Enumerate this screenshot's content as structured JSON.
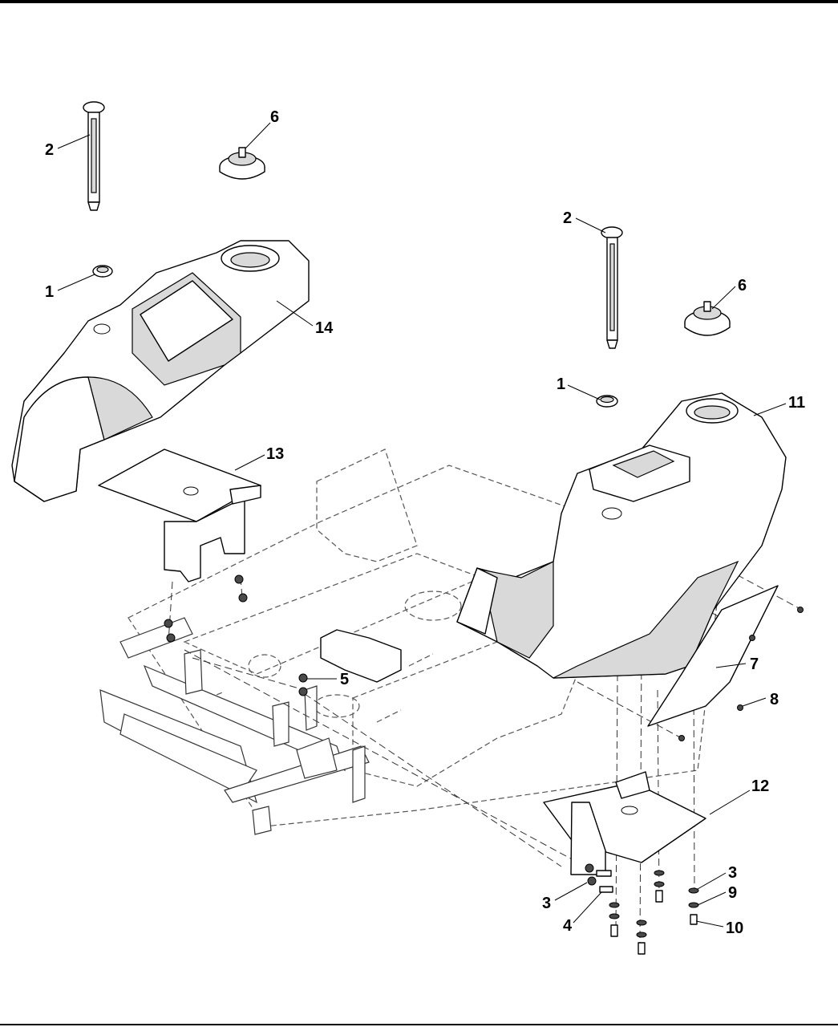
{
  "callouts": [
    {
      "id": "c-2a",
      "label": "2"
    },
    {
      "id": "c-6a",
      "label": "6"
    },
    {
      "id": "c-1a",
      "label": "1"
    },
    {
      "id": "c-14",
      "label": "14"
    },
    {
      "id": "c-13",
      "label": "13"
    },
    {
      "id": "c-2b",
      "label": "2"
    },
    {
      "id": "c-6b",
      "label": "6"
    },
    {
      "id": "c-1b",
      "label": "1"
    },
    {
      "id": "c-11",
      "label": "11"
    },
    {
      "id": "c-5",
      "label": "5"
    },
    {
      "id": "c-7",
      "label": "7"
    },
    {
      "id": "c-8",
      "label": "8"
    },
    {
      "id": "c-12",
      "label": "12"
    },
    {
      "id": "c-3a",
      "label": "3"
    },
    {
      "id": "c-3b",
      "label": "3"
    },
    {
      "id": "c-9",
      "label": "9"
    },
    {
      "id": "c-4",
      "label": "4"
    },
    {
      "id": "c-10",
      "label": "10"
    }
  ]
}
